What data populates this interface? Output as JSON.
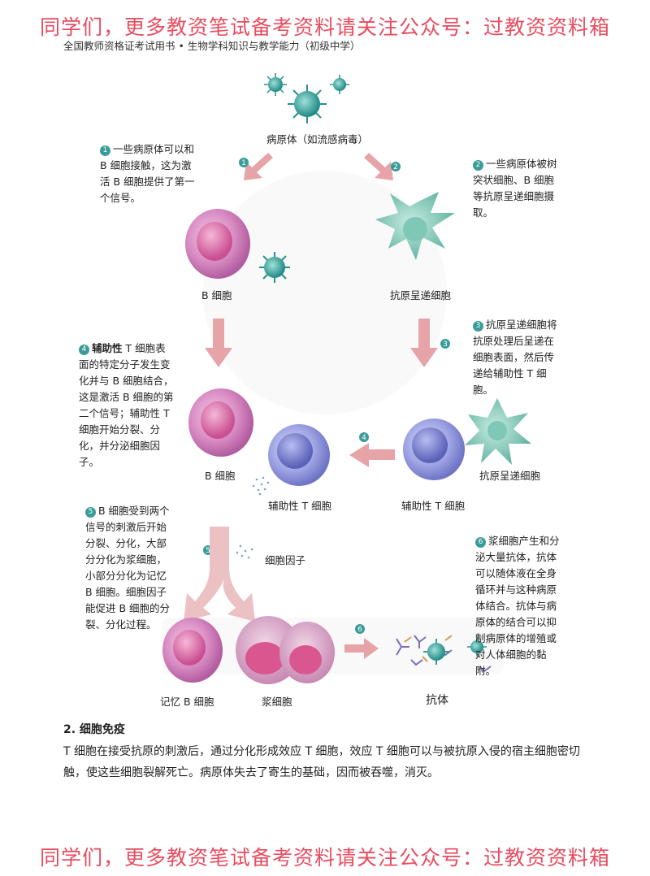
{
  "banner": {
    "top": "同学们，更多教资笔试备考资料请关注公众号：过教资资料箱",
    "bottom": "同学们，更多教资笔试备考资料请关注公众号：过教资资料箱"
  },
  "header": "全国教师资格证考试用书 • 生物学科知识与教学能力（初级中学）",
  "labels": {
    "pathogen": "病原体（如流感病毒）",
    "b_cell_1": "B 细胞",
    "apc_1": "抗原呈递细胞",
    "b_cell_2": "B 细胞",
    "helper_t_1": "辅助性 T 细胞",
    "helper_t_2": "辅助性 T 细胞",
    "apc_2": "抗原呈递细胞",
    "cytokine": "细胞因子",
    "memory_b": "记忆 B 细胞",
    "plasma": "浆细胞",
    "antibody": "抗体"
  },
  "step_numbers": [
    "1",
    "2",
    "3",
    "4",
    "5",
    "6"
  ],
  "notes": {
    "n1": "一些病原体可以和 B 细胞接触，这为激活 B 细胞提供了第一个信号。",
    "n2": "一些病原体被树突状细胞、B 细胞等抗原呈递细胞摄取。",
    "n3": "抗原呈递细胞将抗原处理后呈递在细胞表面，然后传递给辅助性 T 细胞。",
    "n4_bold": "辅助性",
    "n4_rest": " T 细胞表面的特定分子发生变化并与 B 细胞结合，这是激活 B 细胞的第二个信号；辅助性 T 细胞开始分裂、分化，并分泌细胞因子。",
    "n5": "B 细胞受到两个信号的刺激后开始分裂、分化，大部分分化为浆细胞，小部分分化为记忆 B 细胞。细胞因子能促进 B 细胞的分裂、分化过程。",
    "n6": "浆细胞产生和分泌大量抗体，抗体可以随体液在全身循环并与这种病原体结合。抗体与病原体的结合可以抑制病原体的增殖或对人体细胞的黏附。"
  },
  "section": {
    "title": "2. 细胞免疫",
    "text": "T 细胞在接受抗原的刺激后，通过分化形成效应 T 细胞，效应 T 细胞可以与被抗原入侵的宿主细胞密切触，使这些细胞裂解死亡。病原体失去了寄生的基础，因而被吞噬，消灭。"
  },
  "colors": {
    "banner": "#e84c5f",
    "arrow": "#e09a9e",
    "b_cell": "#d27cb8",
    "t_cell": "#8a8fd6",
    "apc": "#7cc3b2",
    "virus": "#3a9c99"
  }
}
